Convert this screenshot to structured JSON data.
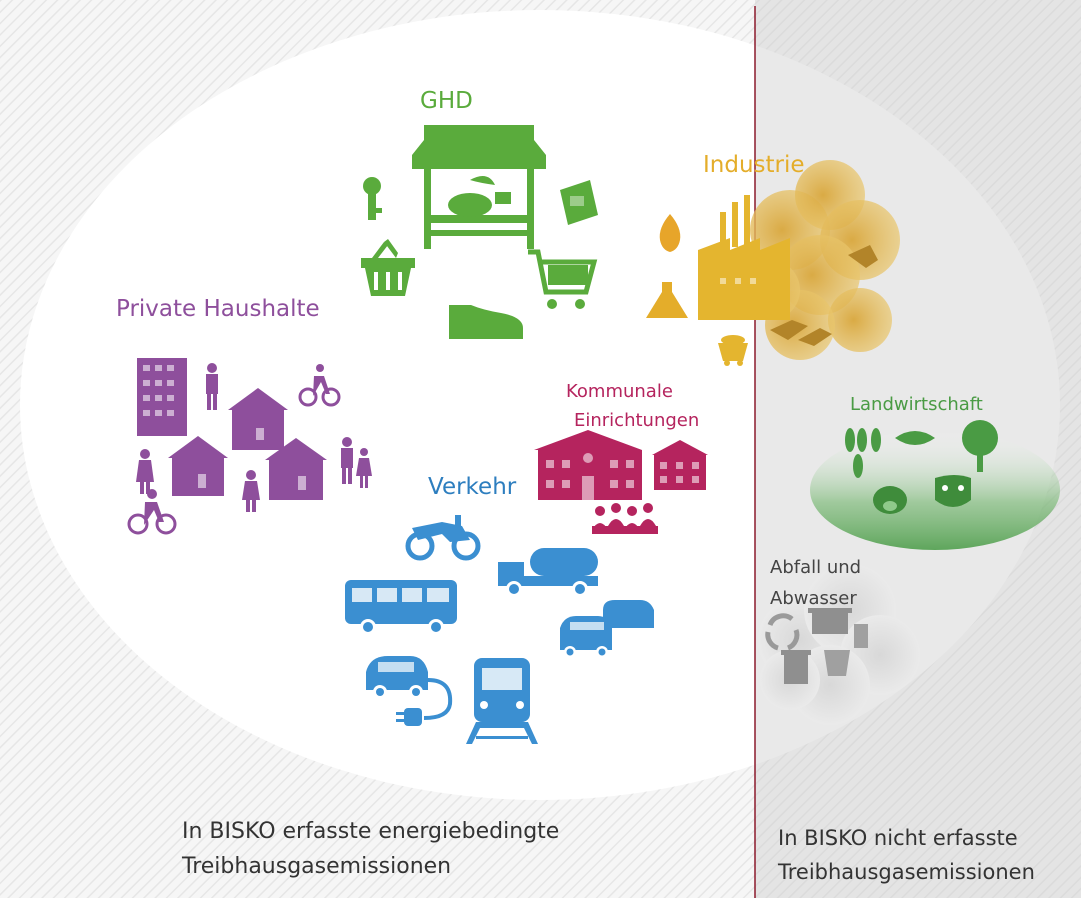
{
  "sectors": {
    "ghd": {
      "label": "GHD",
      "color": "#5aab3c"
    },
    "industrie": {
      "label": "Industrie",
      "color": "#e4ad2a"
    },
    "private_haushalte": {
      "label": "Private Haushalte",
      "color": "#8e4f9c"
    },
    "kommunale_einrichtungen": {
      "line1": "Kommunale",
      "line2": "Einrichtungen",
      "color": "#b5245e"
    },
    "verkehr": {
      "label": "Verkehr",
      "color": "#3b8fd1"
    },
    "landwirtschaft": {
      "label": "Landwirtschaft",
      "color": "#4a9b44"
    },
    "abfall_abwasser": {
      "line1": "Abfall und",
      "line2": "Abwasser",
      "color": "#9a9a9a"
    }
  },
  "captions": {
    "included_line1": "In BISKO erfasste energiebedingte",
    "included_line2": "Treibhausgasemissionen",
    "excluded_line1": "In BISKO nicht erfasste",
    "excluded_line2": "Treibhausgasemissionen"
  },
  "icons": {
    "ghd": [
      "market-stall-icon",
      "thermometer-icon",
      "shopping-basket-icon",
      "shopping-cart-icon",
      "shoe-icon",
      "package-icon"
    ],
    "industrie": [
      "flame-icon",
      "factory-icon",
      "flask-icon",
      "cloud-icon",
      "minecart-icon"
    ],
    "private_haushalte": [
      "apartment-building-icon",
      "house-icon",
      "person-icon",
      "cyclist-icon",
      "family-icon"
    ],
    "kommunale_einrichtungen": [
      "town-hall-icon",
      "building-icon",
      "group-icon"
    ],
    "verkehr": [
      "motorcycle-icon",
      "tanker-truck-icon",
      "bus-icon",
      "car-icon",
      "electric-car-icon",
      "train-icon"
    ],
    "landwirtschaft": [
      "crops-icon",
      "tree-icon",
      "pig-icon",
      "cow-icon"
    ],
    "abfall_abwasser": [
      "recycle-icon",
      "trash-can-icon",
      "bucket-icon"
    ]
  },
  "colors": {
    "divider": "#8b1a2c",
    "ellipse": "#ffffff",
    "excluded_bg": "#e7e7e7",
    "hatch": "#eeeeee"
  }
}
